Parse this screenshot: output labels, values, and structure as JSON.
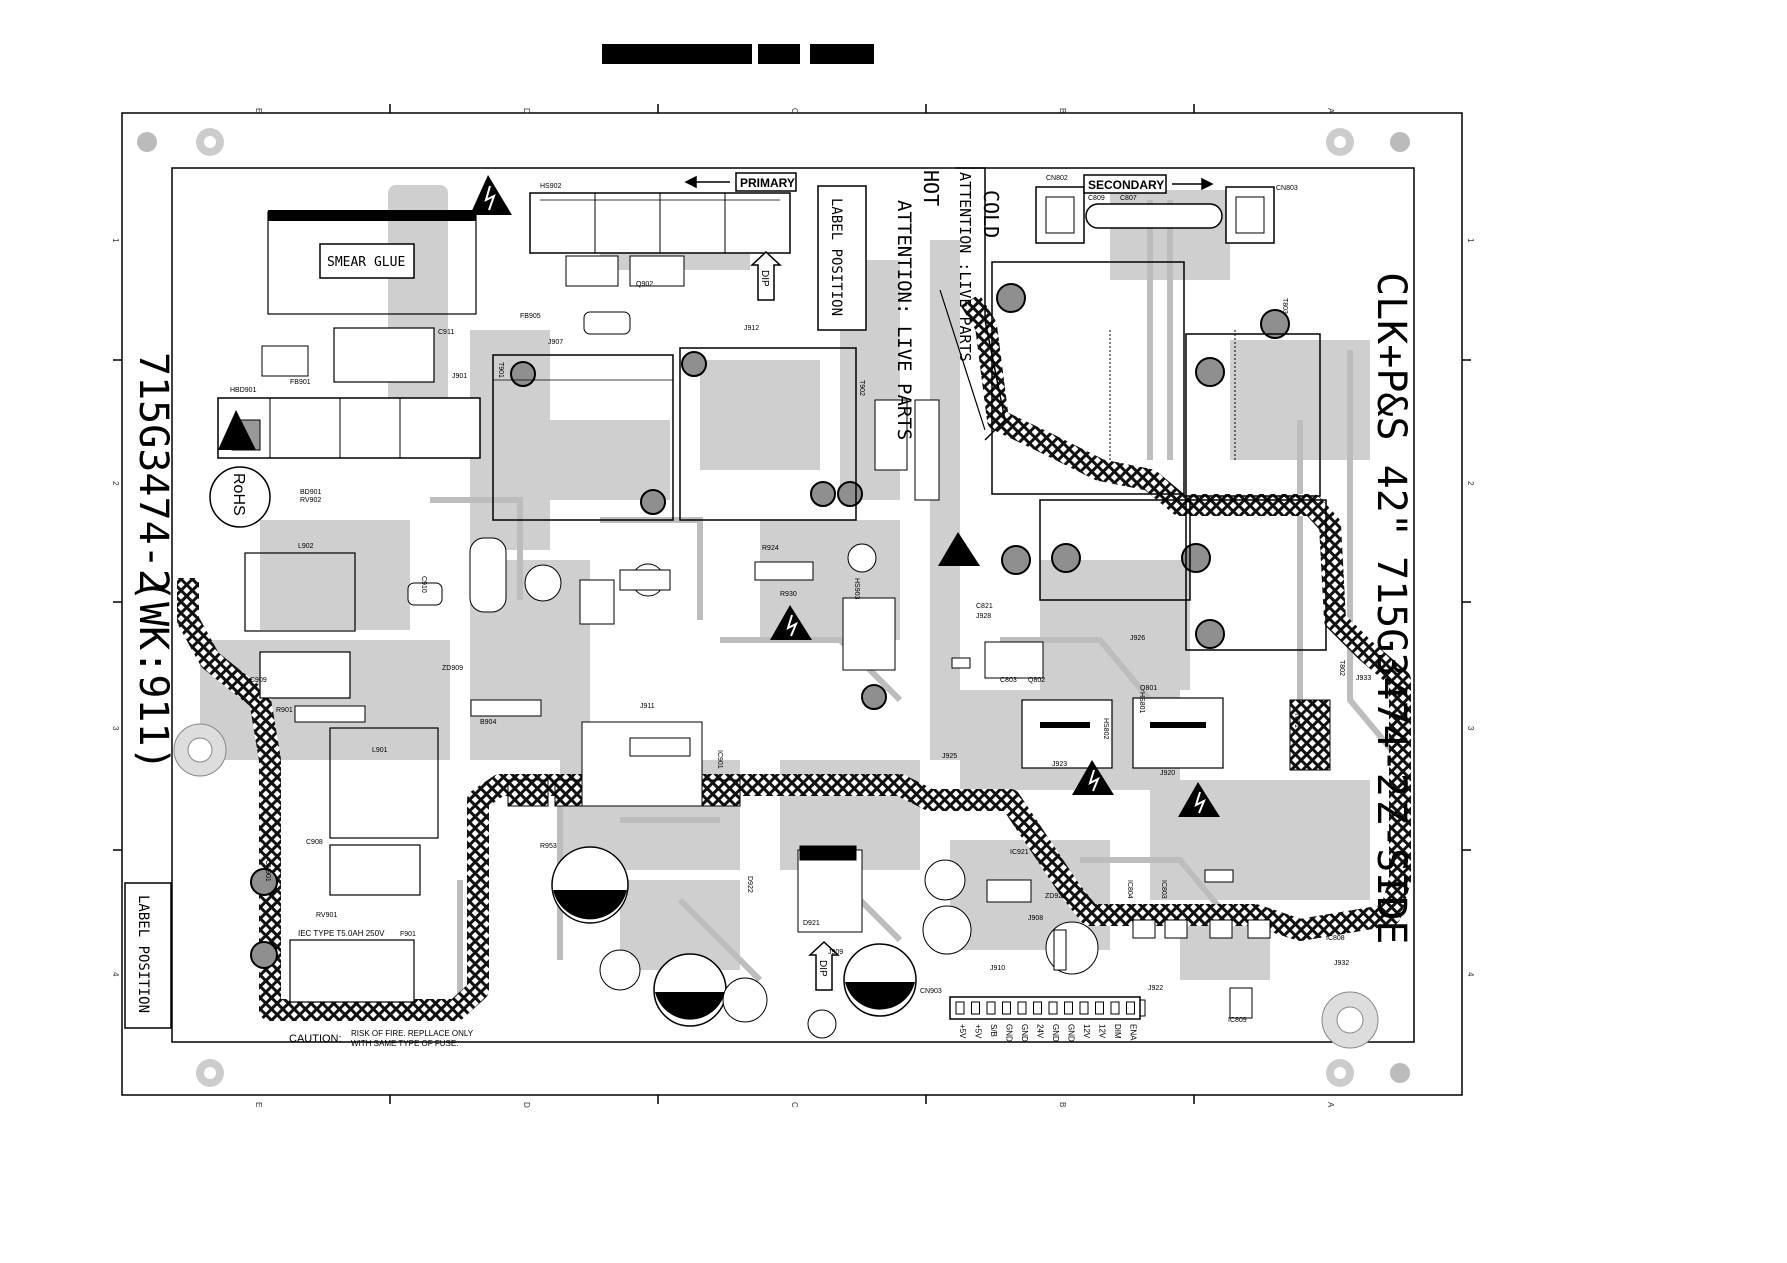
{
  "board": {
    "model_left": "715G3474-2",
    "model_left_variant": "(WK:911)",
    "model_right_title": "CLK+P&S 42\"",
    "model_right_number": "715G3474-2",
    "side": "Z-SIDE"
  },
  "rohs": "RoHS",
  "labels": {
    "smear_glue": "SMEAR GLUE",
    "label_position": "LABEL POSITION",
    "primary": "PRIMARY",
    "secondary": "SECONDARY",
    "hot": "HOT",
    "cold": "COLD",
    "attention_live_parts": "ATTENTION: LIVE PARTS",
    "attention_live_parts_inner": "ATTENTION :LIVE PARTS",
    "dip": "DIP",
    "caution_title": "CAUTION:",
    "caution_line1": "RISK OF FIRE. REPLLACE ONLY",
    "caution_line2": "WITH SAME TYPE OF FUSE.",
    "fuse_rating": "IEC TYPE T5.0AH 250V"
  },
  "grid": {
    "columns": [
      "E",
      "D",
      "C",
      "B",
      "A"
    ],
    "rows": [
      "1",
      "2",
      "3",
      "4"
    ]
  },
  "components": {
    "transformers": [
      "T901",
      "T902",
      "T801",
      "T803",
      "T802"
    ],
    "connectors": [
      "CN802",
      "CN803",
      "CN903",
      "CN901"
    ],
    "heatsinks": [
      "HS902",
      "HBD901",
      "HS801",
      "HS802",
      "HS903"
    ],
    "chips": [
      "IC921",
      "IC804",
      "IC803",
      "IC809",
      "IC808",
      "IC901"
    ],
    "misc": [
      "L902",
      "L901",
      "F901",
      "FB901",
      "FB905",
      "RV901",
      "RV902",
      "BD901",
      "C909",
      "C908",
      "C910",
      "C911",
      "R901",
      "R953",
      "R924",
      "D921",
      "D922",
      "Q801",
      "Q802",
      "Q902",
      "J901",
      "J907",
      "J908",
      "J909",
      "J910",
      "J911",
      "J912",
      "J920",
      "J922",
      "J923",
      "J925",
      "J926",
      "J928",
      "J932",
      "J933",
      "ZD909",
      "ZD924",
      "C821",
      "C809",
      "C807",
      "C803",
      "B904",
      "R930"
    ]
  },
  "cn903_pins": [
    "+5V",
    "+5V",
    "S/B",
    "GND",
    "GND",
    "24V",
    "GND",
    "GND",
    "12V",
    "12V",
    "DIM",
    "ENA"
  ],
  "colors": {
    "trace": "#c9c9c9",
    "hatch": "#111111",
    "board_outline": "#000000",
    "pad": "#9a9a9a"
  }
}
